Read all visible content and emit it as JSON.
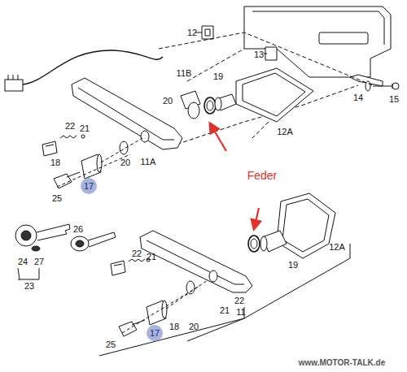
{
  "diagram": {
    "nodes": [
      {
        "text": [
          "17"
        ]
      },
      {
        "text": [
          "17"
        ]
      }
    ],
    "labels": [
      "12",
      "13",
      "11B",
      "19",
      "14",
      "15",
      "12A",
      "20",
      "22",
      "21",
      "18",
      "20",
      "11A",
      "25",
      "Feder",
      "26",
      "24",
      "27",
      "23",
      "22",
      "21",
      "12A",
      "19",
      "18",
      "20",
      "21",
      "22",
      "11",
      "25",
      "www.MOTOR-TALK.de"
    ]
  }
}
